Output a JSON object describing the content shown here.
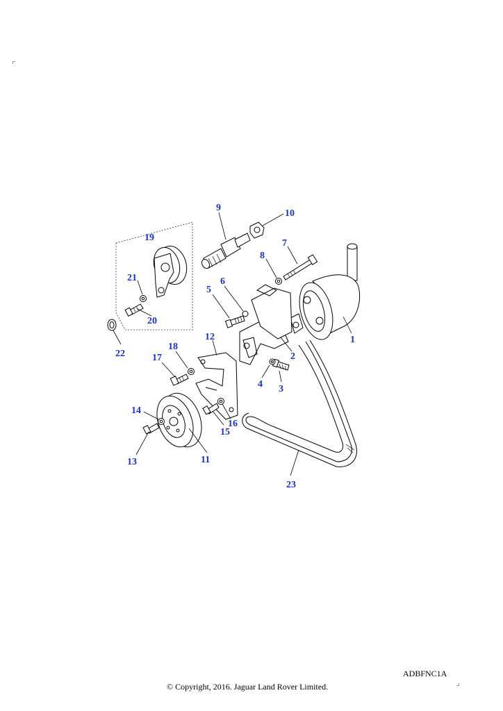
{
  "diagram": {
    "code": "ADBFNC1A",
    "copyright": "© Copyright, 2016. Jaguar Land Rover Limited.",
    "label_color": "#1a2fd6",
    "parts": {
      "p1": "1",
      "p2": "2",
      "p3": "3",
      "p4": "4",
      "p5": "5",
      "p6": "6",
      "p7": "7",
      "p8": "8",
      "p9": "9",
      "p10": "10",
      "p11": "11",
      "p12": "12",
      "p13": "13",
      "p14": "14",
      "p15": "15",
      "p16": "16",
      "p17": "17",
      "p18": "18",
      "p19": "19",
      "p20": "20",
      "p21": "21",
      "p22": "22",
      "p23": "23"
    }
  }
}
